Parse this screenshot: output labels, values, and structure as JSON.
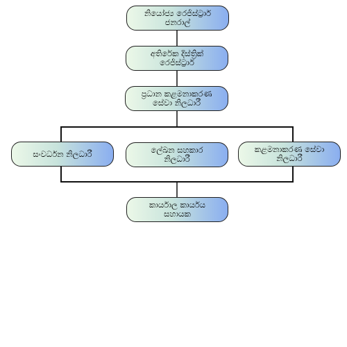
{
  "nodes": [
    {
      "id": "registrar-general",
      "line1": "නියෝජ්‍ය රෙජිස්ට්‍රාර්",
      "line2": "ජනරාල්"
    },
    {
      "id": "additional-district-registrar",
      "line1": "අතිරේක දිස්ත්‍රික්",
      "line2": "රෙජිස්ට්‍රාර්"
    },
    {
      "id": "chief-management-officer",
      "line1": "ප්‍රධාන කළමනාකරණ",
      "line2": "සේවා නිලධාරී"
    },
    {
      "id": "development-officer",
      "line1": "සංවර්ධන නිලධාරී",
      "line2": ""
    },
    {
      "id": "registry-assistant",
      "line1": "ලේඛන සහකාර",
      "line2": "නිලධාරී"
    },
    {
      "id": "management-service-officer",
      "line1": "කළමනාකරණ සේවා",
      "line2": "නිලධාරී"
    },
    {
      "id": "office-assistant",
      "line1": "කාර්යාල කාර්යය",
      "line2": "සහායක"
    }
  ],
  "colors": {
    "box_gradient_start": "#ecf8e8",
    "box_gradient_end": "#8aaef0",
    "line": "#111111"
  }
}
